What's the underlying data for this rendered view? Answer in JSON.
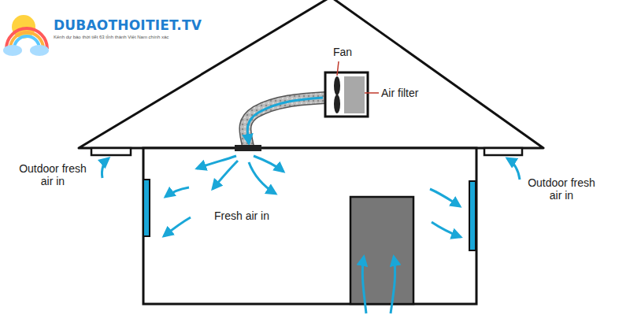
{
  "diagram": {
    "labels": [
      "DUBAOTHOITIET.TV",
      "Kênh dự báo thời tiết 63 tỉnh thành Việt Nam chính xác",
      "Fan",
      "Air filter",
      "Outdoor fresh air in",
      "Outdoor fresh air in",
      "Fresh air in"
    ]
  }
}
